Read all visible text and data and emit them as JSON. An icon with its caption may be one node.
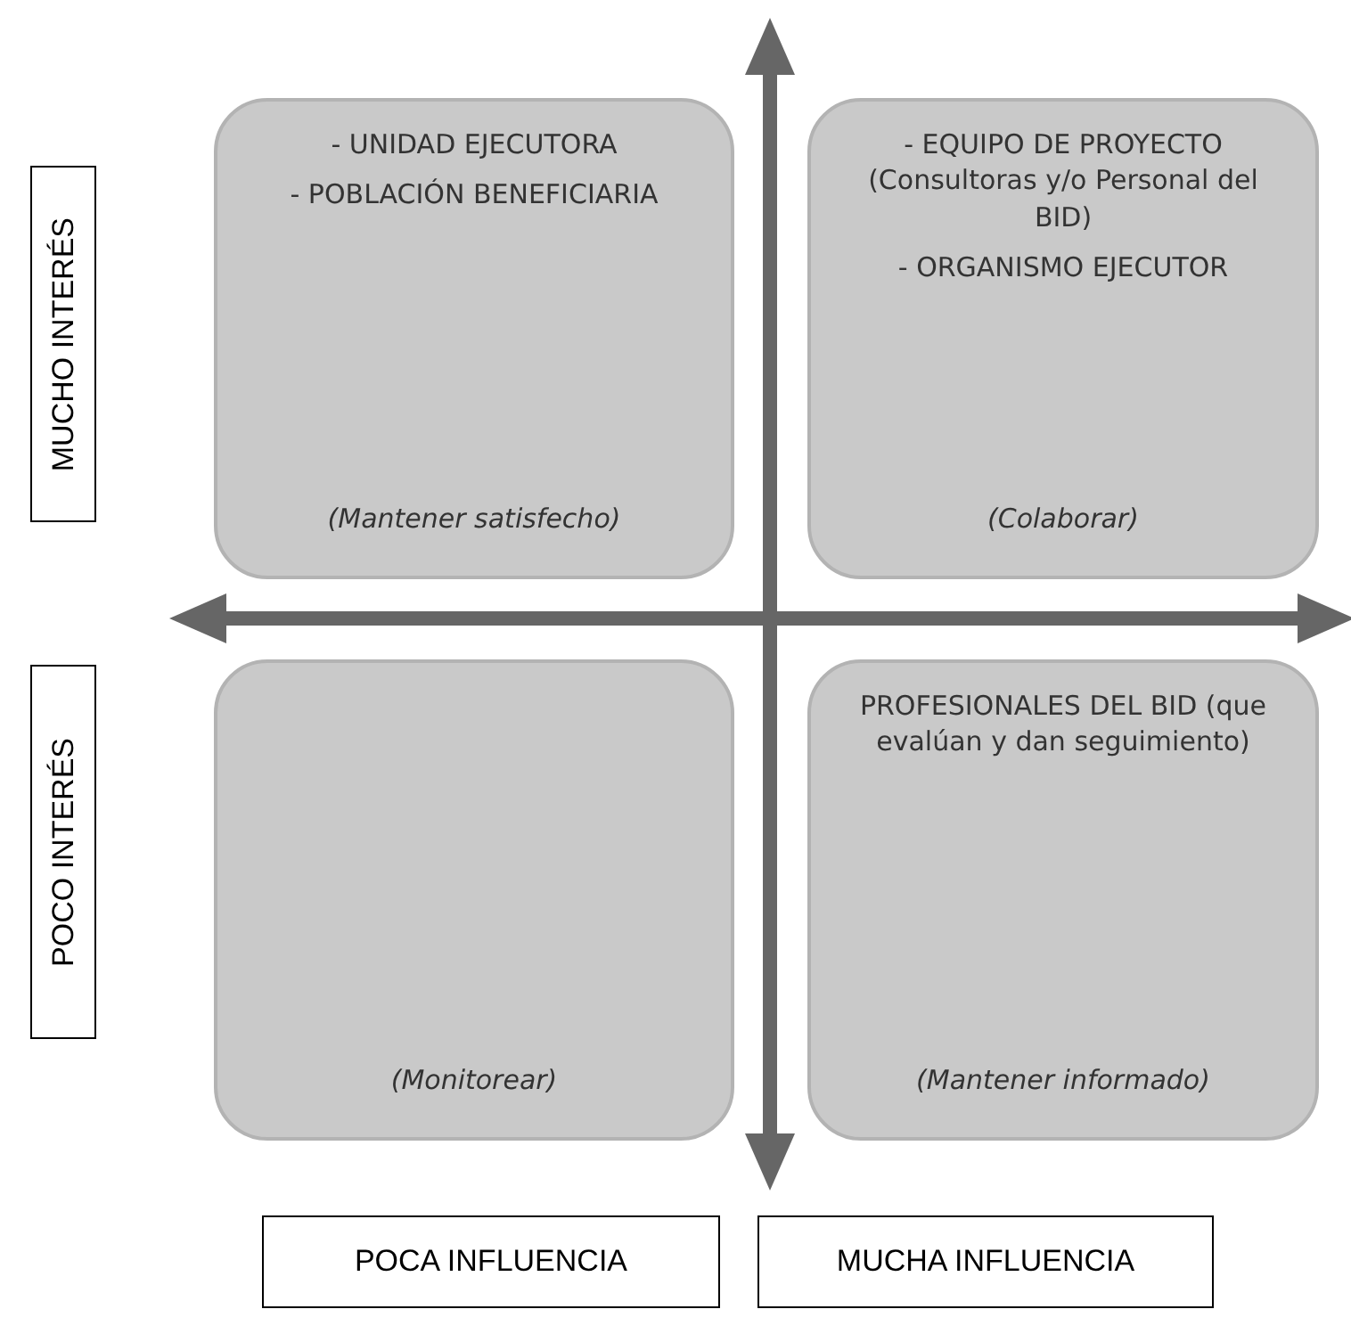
{
  "diagram": {
    "nodes": [
      {
        "text": [
          "MUCHO INTERÉS"
        ]
      },
      {
        "text": [
          "- UNIDAD EJECUTORA",
          "- POBLACIÓN BENEFICIARIA",
          "(Mantener satisfecho)"
        ]
      },
      {
        "text": [
          "- EQUIPO DE PROYECTO (Consultoras y/o Personal del BID)",
          "- ORGANISMO EJECUTOR",
          "(Colaborar)"
        ]
      },
      {
        "text": [
          "POCO INTERÉS"
        ]
      },
      {
        "text": [
          "(Monitorear)"
        ]
      },
      {
        "text": [
          "PROFESIONALES DEL BID (que evalúan y dan seguimiento)",
          "(Mantener informado)"
        ]
      },
      {
        "text": [
          "POCA INFLUENCIA"
        ]
      },
      {
        "text": [
          "MUCHA INFLUENCIA"
        ]
      }
    ]
  }
}
